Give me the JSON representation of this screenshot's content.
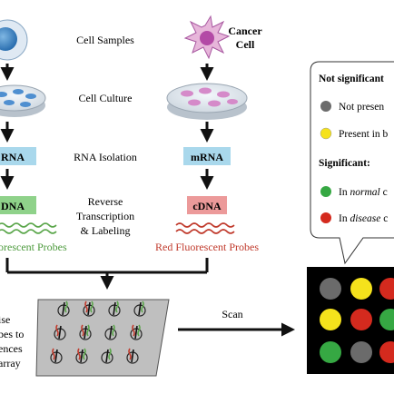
{
  "steps": {
    "cell_samples": "Cell Samples",
    "cell_culture": "Cell Culture",
    "rna_isolation": "RNA Isolation",
    "reverse_1": "Reverse",
    "reverse_2": "Transcription",
    "reverse_3": "& Labeling",
    "scan": "Scan"
  },
  "left": {
    "rna_box": "RNA",
    "dna_box": "DNA",
    "probes": "orescent Probes",
    "side_1": "ise",
    "side_2": "bes to",
    "side_3": "ences",
    "side_4": "array"
  },
  "right": {
    "cancer_1": "Cancer",
    "cancer_2": "Cell",
    "mrna_box": "mRNA",
    "cdna_box": "cDNA",
    "probes": "Red Fluorescent Probes"
  },
  "legend": {
    "not_significant": "Not significant",
    "not_present": "Not presen",
    "present_in": "Present in b",
    "significant": "Significant:",
    "normal_prefix": "In ",
    "normal_italic": "normal",
    "normal_suffix": " c",
    "disease_prefix": "In ",
    "disease_italic": "disease",
    "disease_suffix": " c"
  },
  "colors": {
    "green_box": "#8fd28a",
    "blue_box": "#a9d8ec",
    "red_box": "#ec9a9a",
    "probe_green": "#5aa64a",
    "probe_red": "#c0392b",
    "dot_grey": "#6b6b6b",
    "dot_yellow": "#f5e21c",
    "dot_green": "#36a843",
    "dot_red": "#d42a1e"
  },
  "scan_grid": [
    [
      "grey",
      "yellow",
      "red"
    ],
    [
      "yellow",
      "red",
      "green"
    ],
    [
      "green",
      "grey",
      "red"
    ]
  ]
}
